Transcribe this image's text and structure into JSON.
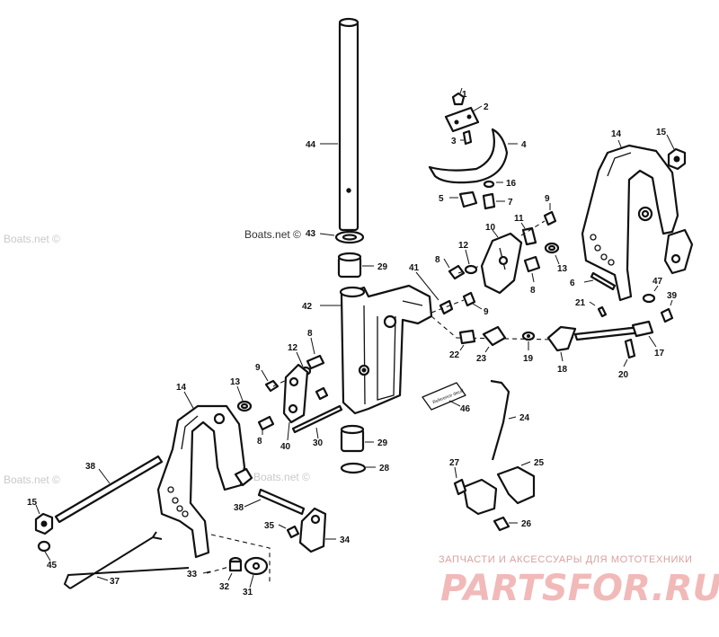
{
  "watermarks": [
    "Boats.net ©",
    "Boats.net ©",
    "Boats.net ©",
    "Boats.net ©"
  ],
  "brand": {
    "tagline": "ЗАПЧАСТИ И АКСЕССУАРЫ ДЛЯ МОТОТЕХНИКИ",
    "logo": "PARTSFOR.RU",
    "color": "#f2b9b9"
  },
  "decal_text": "Reference decal",
  "callouts": {
    "c1": "1",
    "c2": "2",
    "c3": "3",
    "c4": "4",
    "c5": "5",
    "c6": "6",
    "c7": "7",
    "c8a": "8",
    "c8b": "8",
    "c8c": "8",
    "c8d": "8",
    "c9a": "9",
    "c9b": "9",
    "c9c": "9",
    "c10": "10",
    "c11": "11",
    "c12a": "12",
    "c12b": "12",
    "c13a": "13",
    "c13b": "13",
    "c14a": "14",
    "c14b": "14",
    "c15a": "15",
    "c15b": "15",
    "c16": "16",
    "c17": "17",
    "c18": "18",
    "c19": "19",
    "c20": "20",
    "c21": "21",
    "c22": "22",
    "c23": "23",
    "c24": "24",
    "c25": "25",
    "c26": "26",
    "c27": "27",
    "c28": "28",
    "c29a": "29",
    "c29b": "29",
    "c30": "30",
    "c31": "31",
    "c32": "32",
    "c33": "33",
    "c34": "34",
    "c35": "35",
    "c37": "37",
    "c38a": "38",
    "c38b": "38",
    "c39": "39",
    "c40": "40",
    "c41": "41",
    "c42": "42",
    "c43": "43",
    "c44": "44",
    "c45": "45",
    "c46": "46",
    "c47": "47"
  },
  "icons": [
    "parts-diagram-illustration"
  ]
}
